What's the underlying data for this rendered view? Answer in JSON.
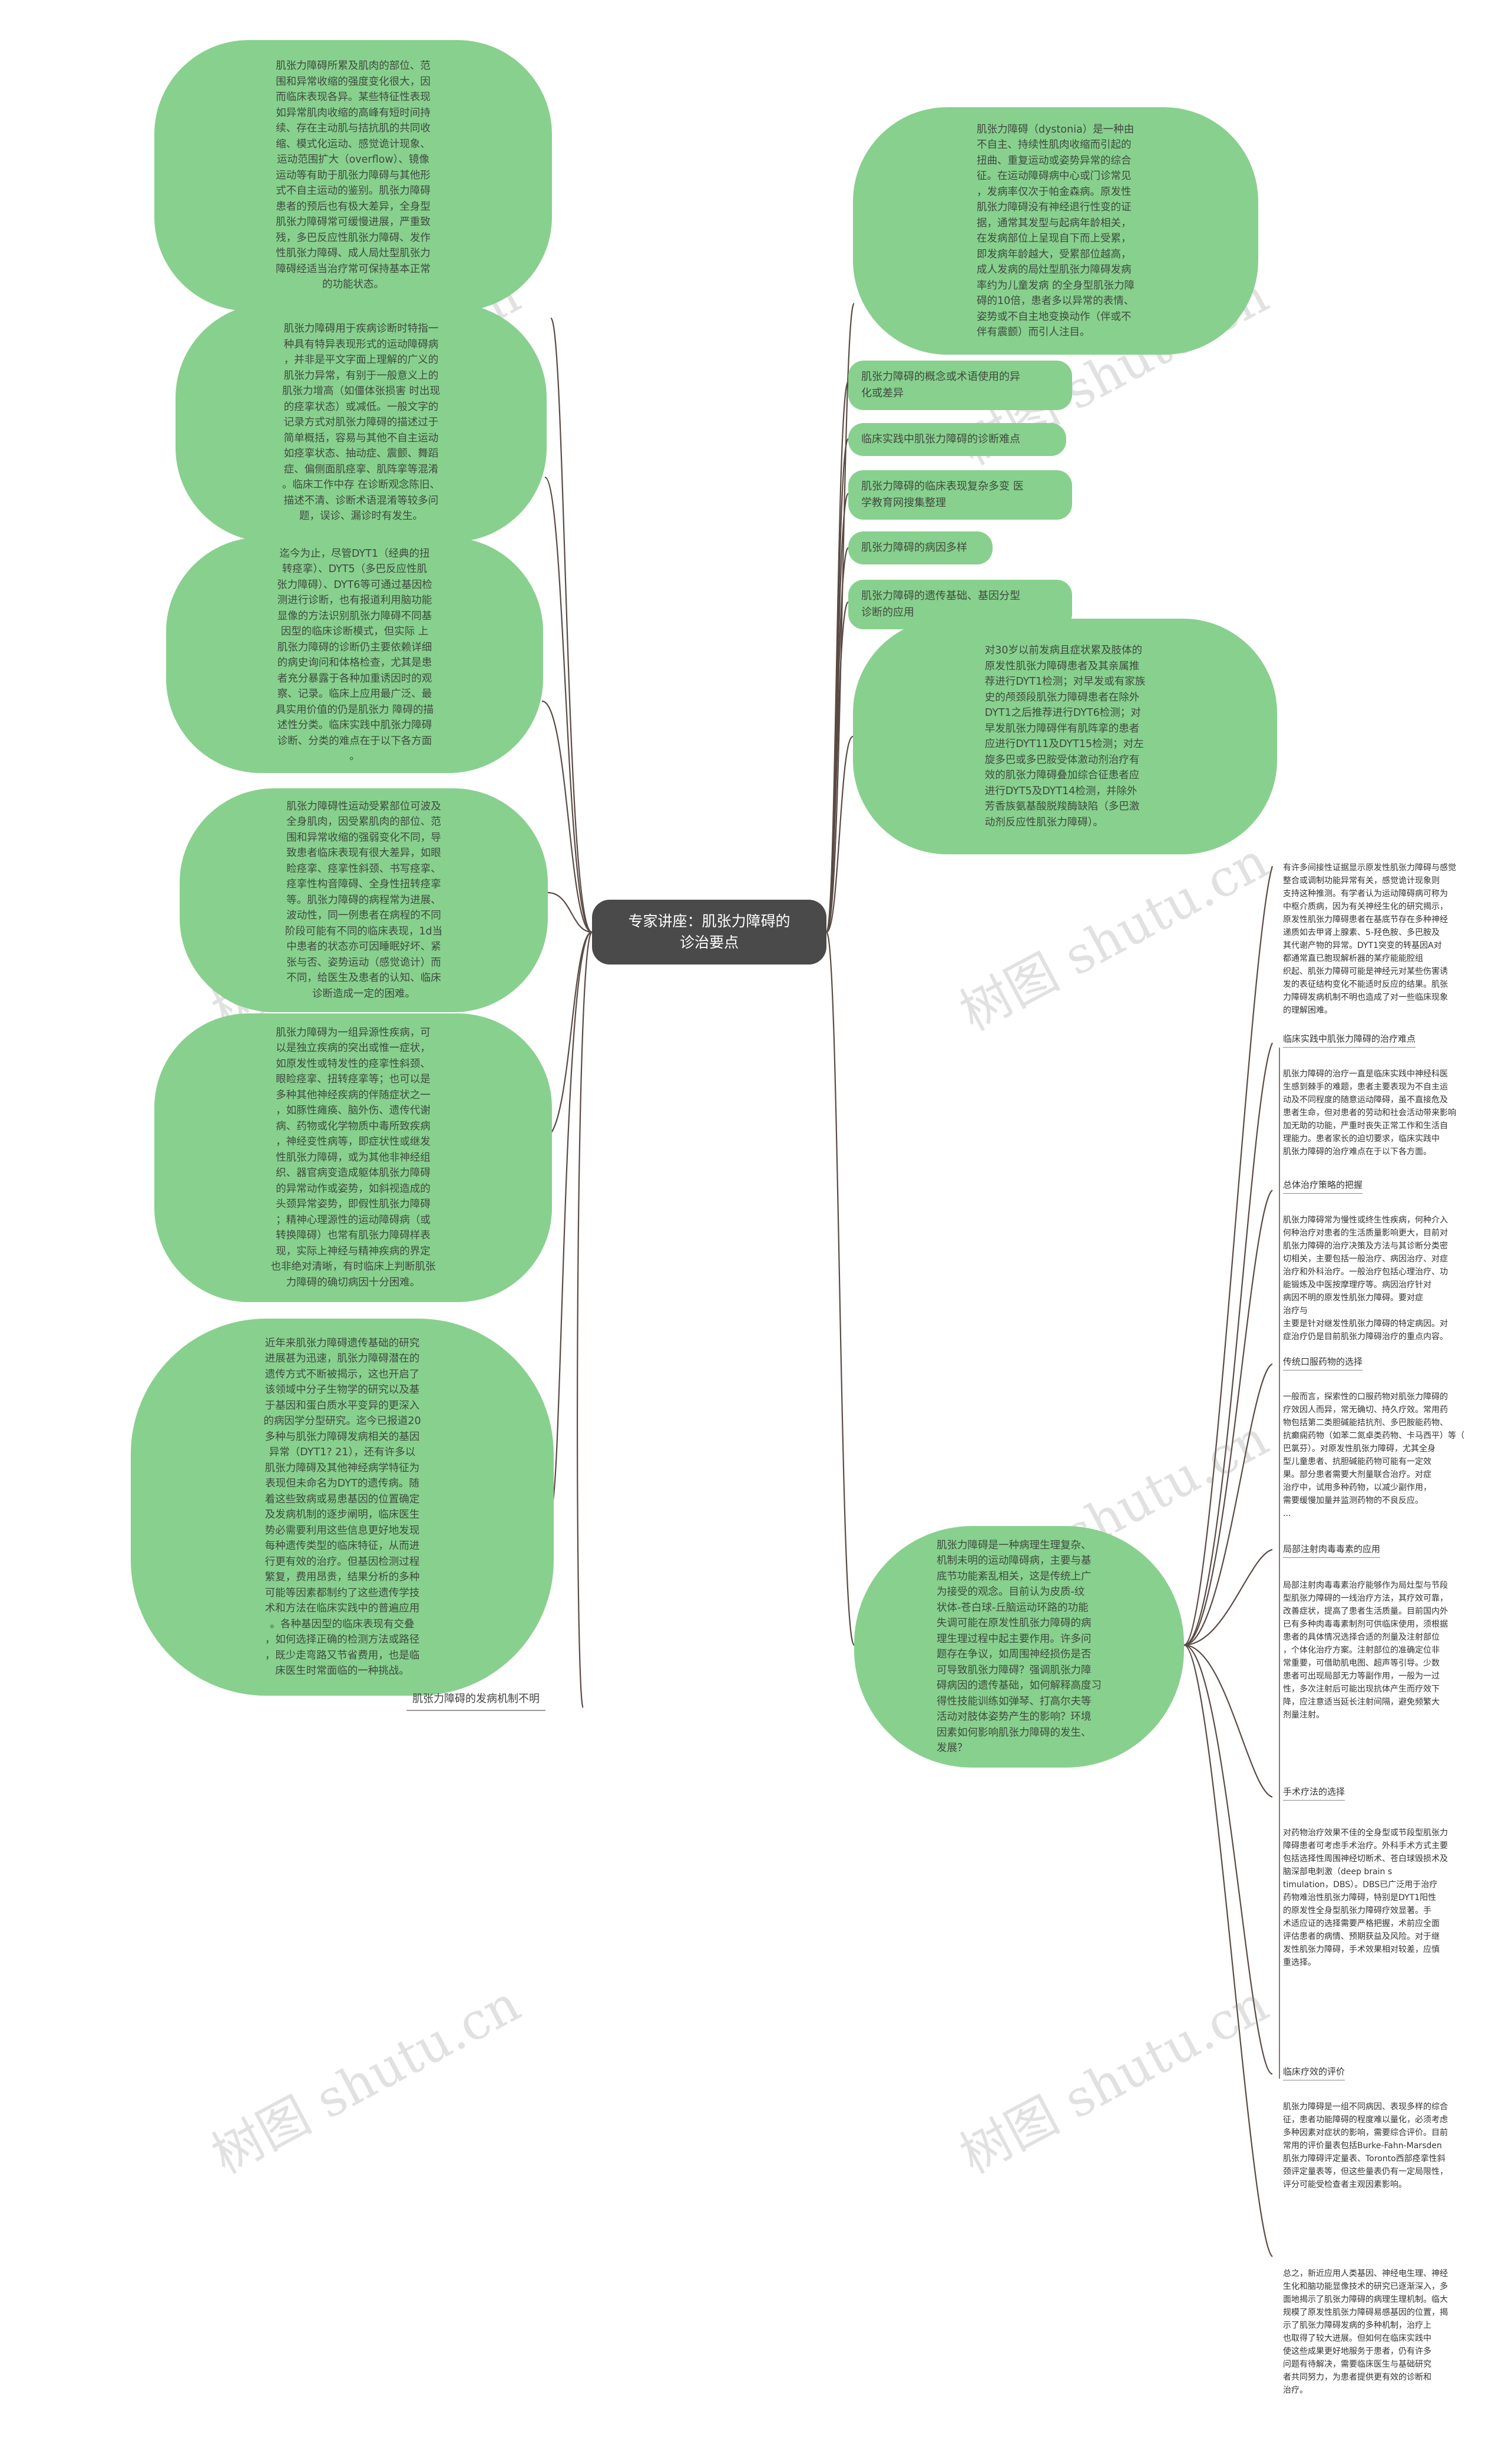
{
  "center": {
    "title": "专家讲座：肌张力障碍的\n诊治要点"
  },
  "left_bubbles": [
    {
      "text": "肌张力障碍所累及肌肉的部位、范\n围和异常收缩的强度变化很大，因\n而临床表现各异。某些特征性表现\n如异常肌肉收缩的高峰有短时间持\n续、存在主动肌与拮抗肌的共同收\n缩、模式化运动、感觉诡计现象、\n运动范围扩大（overflow）、镜像\n运动等有助于肌张力障碍与其他形\n式不自主运动的鉴别。肌张力障碍\n患者的预后也有极大差异，全身型\n肌张力障碍常可缓慢进展，严重致\n残，多巴反应性肌张力障碍、发作\n性肌张力障碍、成人局灶型肌张力\n障碍经适当治疗常可保持基本正常\n的功能状态。"
    },
    {
      "text": "肌张力障碍用于疾病诊断时特指一\n种具有特异表现形式的运动障碍病\n，并非是平文字面上理解的广义的\n肌张力异常，有别于一般意义上的\n肌张力增高（如僵体张损害 时出现\n的痉挛状态）或减低。一般文字的\n记录方式对肌张力障碍的描述过于\n简单概括，容易与其他不自主运动\n如痉挛状态、抽动症、震颤、舞蹈\n症、偏侧面肌痉挛、肌阵挛等混淆\n。临床工作中存 在诊断观念陈旧、\n描述不清、诊断术语混淆等较多问\n题，误诊、漏诊时有发生。"
    },
    {
      "text": "迄今为止，尽管DYT1（经典的扭\n转痉挛）、DYT5（多巴反应性肌\n张力障碍）、DYT6等可通过基因检\n测进行诊断，也有报道利用脑功能\n显像的方法识别肌张力障碍不同基\n因型的临床诊断模式，但实际 上\n肌张力障碍的诊断仍主要依赖详细\n的病史询问和体格检查，尤其是患\n者充分暴露于各种加重诱因时的观\n察、记录。临床上应用最广泛、最\n具实用价值的仍是肌张力 障碍的描\n述性分类。临床实践中肌张力障碍\n诊断、分类的难点在于以下各方面\n。"
    },
    {
      "text": "肌张力障碍性运动受累部位可波及\n全身肌肉，因受累肌肉的部位、范\n围和异常收缩的强弱变化不同，导\n致患者临床表现有很大差异，如眼\n睑痉挛、痉挛性斜颈、书写痉挛、\n痉挛性构音障碍、全身性扭转痉挛\n等。肌张力障碍的病程常为进展、\n波动性，同一例患者在病程的不同\n阶段可能有不同的临床表现，1d当\n中患者的状态亦可因睡眠好坏、紧\n张与否、姿势运动（感觉诡计）而\n不同，给医生及患者的认知、临床\n诊断造成一定的困难。"
    },
    {
      "text": "肌张力障碍为一组异源性疾病，可\n以是独立疾病的突出或惟一症状，\n如原发性或特发性的痉挛性斜颈、\n眼睑痉挛、扭转痉挛等；也可以是\n多种其他神经疾病的伴随症状之一\n，如豚性瘫痪、脑外伤、遗传代谢\n病、药物或化学物质中毒所致疾病\n，神经变性病等，即症状性或继发\n性肌张力障碍，或为其他非神经组\n织、器官病变造成躯体肌张力障碍\n的异常动作或姿势，如斜视造成的\n头颈异常姿势，即假性肌张力障碍\n；精神心理源性的运动障碍病（或\n转换障碍）也常有肌张力障碍样表\n现，实际上神经与精神疾病的界定\n也非绝对清晰，有时临床上判断肌张\n力障碍的确切病因十分困难。"
    },
    {
      "text": "近年来肌张力障碍遗传基础的研究\n进展甚为迅速，肌张力障碍潜在的\n遗传方式不断被揭示，这也开启了\n该领域中分子生物学的研究以及基\n于基因和蛋白质水平变异的更深入\n的病因学分型研究。迄今已报道20\n多种与肌张力障碍发病相关的基因\n异常（DYT1? 21），还有许多以\n肌张力障碍及其他神经病学特征为\n表现但未命名为DYT的遗传病。随\n着这些致病或易患基因的位置确定\n及发病机制的逐步阐明，临床医生\n势必需要利用这些信息更好地发现\n每种遗传类型的临床特征，从而进\n行更有效的治疗。但基因检测过程\n繁复，费用昂贵，结果分析的多种\n可能等因素都制约了这些遗传学技\n术和方法在临床实践中的普遍应用\n。各种基因型的临床表现有交叠\n，如何选择正确的检测方法或路径\n，既少走弯路又节省费用，也是临\n床医生时常面临的一种挑战。"
    }
  ],
  "left_plain": "肌张力障碍的发病机制不明",
  "right_top_bubble": "肌张力障碍（dystonia）是一种由\n不自主、持续性肌肉收缩而引起的\n扭曲、重复运动或姿势异常的综合\n征。在运动障碍病中心或门诊常见\n，发病率仅次于帕金森病。原发性\n肌张力障碍没有神经退行性变的证\n据，通常其发型与起病年龄相关，\n在发病部位上呈现自下而上受累，\n即发病年龄越大，受累部位越高，\n成人发病的局灶型肌张力障碍发病\n率约为儿童发病 的全身型肌张力障\n碍的10倍，患者多以异常的表情、\n姿势或不自主地变换动作（伴或不\n伴有震颤）而引人注目。",
  "right_pills": [
    "肌张力障碍的概念或术语使用的异\n化或差异",
    "临床实践中肌张力障碍的诊断难点",
    "肌张力障碍的临床表现复杂多变 医\n学教育网搜集整理",
    "肌张力障碍的病因多样",
    "肌张力障碍的遗传基础、基因分型\n诊断的应用"
  ],
  "right_mid_bubble": "对30岁以前发病且症状累及肢体的\n原发性肌张力障碍患者及其亲属推\n荐进行DYT1检测；对早发或有家族\n史的颅颈段肌张力障碍患者在除外\nDYT1之后推荐进行DYT6检测；对\n早发肌张力障碍伴有肌阵挛的患者\n应进行DYT11及DYT15检测；对左\n旋多巴或多巴胺受体激动剂治疗有\n效的肌张力障碍叠加综合征患者应\n进行DYT5及DYT14检测，并除外\n芳香族氨基酸脱羧酶缺陷（多巴激\n动剂反应性肌张力障碍）。",
  "right_bottom_bubble": "肌张力障碍是一种病理生理复杂、\n机制未明的运动障碍病，主要与基\n底节功能紊乱相关，这是传统上广\n为接受的观念。目前认为皮质-纹\n状体-苍白球-丘脑运动环路的功能\n失调可能在原发性肌张力障碍的病\n理生理过程中起主要作用。许多问\n题存在争议，如周围神经损伤是否\n可导致肌张力障碍？强调肌张力障\n碍病因的遗传基础，如何解释高度习\n得性技能训练如弹琴、打高尔夫等\n活动对肢体姿势产生的影响？环境\n因素如何影响肌张力障碍的发生、\n发展？",
  "tree": {
    "intro": "有许多间接性证据显示原发性肌张力障碍与感觉\n整合或调制功能异常有关，感觉诡计现象则\n支持这种推测。有学者认为运动障碍病可称为\n中枢介质病，因为有关神经生化的研究揭示，\n原发性肌张力障碍患者在基底节存在多种神经\n递质如去甲肾上腺素、5-羟色胺、多巴胺及\n其代谢产物的异常。DYT1突变的转基因A对\n都通常直已胞现解析器的某疗能能腔组\n织起、肌张力障碍可能是神经元对某些伤害诱\n发的表征结构变化不能适时反应的结果。肌张\n力障碍发病机制不明也造成了对一些临床现象\n的理解困难。",
    "sections": [
      {
        "label": "临床实践中肌张力障碍的治疗难点",
        "text": "肌张力障碍的治疗一直是临床实践中神经科医\n生感到棘手的难题，患者主要表现为不自主运\n动及不同程度的随意运动障碍，虽不直接危及\n患者生命，但对患者的劳动和社会活动带来影响\n加无助的功能，严重时丧失正常工作和生活自\n理能力。患者家长的迫切要求，临床实践中\n肌张力障碍的治疗难点在于以下各方面。"
      },
      {
        "label": "总体治疗策略的把握",
        "text": "肌张力障碍常为慢性或终生性疾病，何种介入\n何种治疗对患者的生活质量影响更大，目前对\n肌张力障碍的治疗决策及方法与其诊断分类密\n切相关，主要包括一般治疗、病因治疗、对症\n治疗和外科治疗。一般治疗包括心理治疗、功\n能锻炼及中医按摩理疗等。病因治疗针对\n病因不明的原发性肌张力障碍。要对症\n治疗与\n主要是针对继发性肌张力障碍的特定病因。对\n症治疗仍是目前肌张力障碍治疗的重点内容。"
      },
      {
        "label": "传统口服药物的选择",
        "text": "一般而言，探索性的口服药物对肌张力障碍的\n疗效因人而异，常无确切、持久疗效。常用药\n物包括第二类胆碱能拮抗剂、多巴胺能药物、\n抗癫痫药物（如苯二氮卓类药物、卡马西平）等（\n巴氯芬）。对原发性肌张力障碍，尤其全身\n型儿童患者、抗胆碱能药物可能有一定效\n果。部分患者需要大剂量联合治疗。对症\n治疗中，试用多种药物，以减少副作用，\n需要缓慢加量并监测药物的不良反应。\n..."
      },
      {
        "label": "局部注射肉毒毒素的应用",
        "text": "局部注射肉毒毒素治疗能够作为局灶型与节段\n型肌张力障碍的一线治疗方法，其疗效可靠，\n改善症状，提高了患者生活质量。目前国内外\n已有多种肉毒毒素制剂可供临床使用，须根据\n患者的具体情况选择合适的剂量及注射部位\n，个体化治疗方案。注射部位的准确定位非\n常重要，可借助肌电图、超声等引导。少数\n患者可出现局部无力等副作用，一般为一过\n性，多次注射后可能出现抗体产生而疗效下\n降，应注意适当延长注射间隔，避免频繁大\n剂量注射。"
      },
      {
        "label": "手术疗法的选择",
        "text": "对药物治疗效果不佳的全身型或节段型肌张力\n障碍患者可考虑手术治疗。外科手术方式主要\n包括选择性周围神经切断术、苍白球毁损术及\n脑深部电刺激（deep brain s\ntimulation，DBS）。DBS已广泛用于治疗\n药物难治性肌张力障碍，特别是DYT1阳性\n的原发性全身型肌张力障碍疗效显著。手\n术适应证的选择需要严格把握，术前应全面\n评估患者的病情、预期获益及风险。对于继\n发性肌张力障碍，手术效果相对较差，应慎\n重选择。"
      },
      {
        "label": "临床疗效的评价",
        "text": "肌张力障碍是一组不同病因、表现多样的综合\n征，患者功能障碍的程度难以量化，必须考虑\n多种因素对症状的影响，需要综合评价。目前\n常用的评价量表包括Burke-Fahn-Marsden\n肌张力障碍评定量表、Toronto西部痉挛性斜\n颈评定量表等，但这些量表仍有一定局限性，\n评分可能受检查者主观因素影响。"
      }
    ],
    "summary": "总之，新近应用人类基因、神经电生理、神经\n生化和脑功能显像技术的研究已逐渐深入，多\n面地揭示了肌张力障碍的病理生理机制。临大\n规模了原发性肌张力障碍易感基因的位置，揭\n示了肌张力障碍发病的多种机制，治疗上\n也取得了较大进展。但如何在临床实践中\n使这些成果更好地服务于患者，仍有许多\n问题有待解决，需要临床医生与基础研究\n者共同努力，为患者提供更有效的诊断和\n治疗。"
  },
  "watermark": "树图 shutu.cn",
  "colors": {
    "bubble": "#88d08e",
    "center": "#4a4a4a",
    "line": "#5a4a44"
  }
}
